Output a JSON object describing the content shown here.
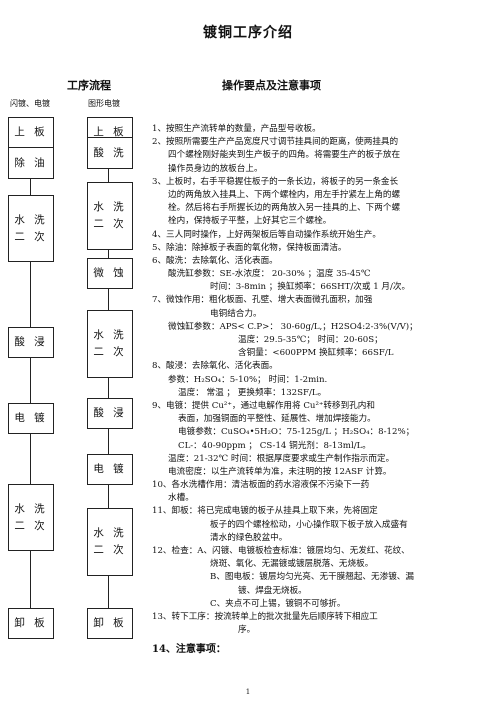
{
  "doc": {
    "title": "镀铜工序介绍",
    "flow_heading": "工序流程",
    "col_left_label": "闪镀、电镀",
    "col_right_label": "图形电镀",
    "notes_heading": "操作要点及注意事项",
    "page_number": "1"
  },
  "flow_left": [
    {
      "label": "上  板"
    },
    {
      "label": "除  油"
    },
    {
      "label": "水  洗\n二  次"
    },
    {
      "label": "酸 浸"
    },
    {
      "label": "电 镀"
    },
    {
      "label": "水  洗\n二  次"
    },
    {
      "label": "卸 板"
    }
  ],
  "flow_right": [
    {
      "label": "上  板"
    },
    {
      "label": "酸 洗"
    },
    {
      "label": "水  洗\n二  次"
    },
    {
      "label": "微 蚀"
    },
    {
      "label": "水  洗\n二  次"
    },
    {
      "label": "酸 浸"
    },
    {
      "label": "电 镀"
    },
    {
      "label": "水  洗\n二  次"
    },
    {
      "label": "卸 板"
    }
  ],
  "lines": [
    {
      "text": "1、按照生产流转单的数量，产品型号收板。",
      "indent": 0
    },
    {
      "text": "2、按照所需要生产产品宽度尺寸调节挂具间的距离，使两挂具的",
      "indent": 0
    },
    {
      "text": "四个螺栓刚好能夹到生产板子的四角。将需要生产的板子放在",
      "indent": 1
    },
    {
      "text": "操作员身边的放板台上。",
      "indent": 1
    },
    {
      "text": "3、上板时，右手平稳握住板子的一条长边，将板子的另一条金长",
      "indent": 0
    },
    {
      "text": "边的两角放入挂具上、下两个螺栓内，用左手拧紧左上角的螺",
      "indent": 1
    },
    {
      "text": "栓。然后将右手所握长边的两角放入另一挂具的上、下两个螺",
      "indent": 1
    },
    {
      "text": "栓内，保持板子平整，上好其它三个螺栓。",
      "indent": 1
    },
    {
      "text": "4、三人同时操作，上好两架板后等自动操作系统开始生产。",
      "indent": 0
    },
    {
      "text": "5、除油：除掉板子表面的氧化物，保持板面清洁。",
      "indent": 0
    },
    {
      "text": "6、酸洗：去除氧化、活化表面。",
      "indent": 0
    },
    {
      "text": "酸洗缸参数：SE-水浓度：  20-30%  ；温度  35-45℃",
      "indent": 1
    },
    {
      "text": "时间：3-8min  ；换缸频率：66SHT/次或 1 月/次。",
      "indent": 3
    },
    {
      "text": "7、微蚀作用：粗化板面、孔壁、增大表面微孔面积，加强",
      "indent": 0
    },
    {
      "text": "电铜结合力。",
      "indent": 3
    },
    {
      "text": "微蚀缸参数：APS< C.P>：  30-60g/L,；H2SO4:2-3%(V/V)；",
      "indent": 1
    },
    {
      "text": "温度：29.5-35℃；   时间：20-60S；",
      "indent": 4
    },
    {
      "text": "含铜量：<600PPM   换缸频率：66SF/L",
      "indent": 4
    },
    {
      "text": "8、酸浸：去除氧化、活化表面。",
      "indent": 0
    },
    {
      "text": "参数：H₂SO₄：5-10%；      时间：1-2min.",
      "indent": 1
    },
    {
      "text": "温度：    常温  ；       更换频率：132SF/L。",
      "indent": 2
    },
    {
      "text": "9、电镀：提供 Cu²⁺，通过电解作用将 Cu²⁺转移到孔内和",
      "indent": 0
    },
    {
      "text": "表面，加强铜面的平整性、延展性、增加焊接能力。",
      "indent": 2
    },
    {
      "text": "电镀参数：CuSO₄•5H₂O：75-125g/L  ；H₂SO₄：8-12%；",
      "indent": 2
    },
    {
      "text": "CL-：40-90ppm  ；   CS-14 铜光剂：8-13ml/L。",
      "indent": 2
    },
    {
      "text": "温度：21-32℃  时间：根据厚度要求或生产制作指示而定。",
      "indent": 1
    },
    {
      "text": "电流密度：以生产流转单为准，未注明的按 12ASF 计算。",
      "indent": 1
    },
    {
      "text": "10、各水洗槽作用：清洁板面的药水溶液保不污染下一药",
      "indent": 0
    },
    {
      "text": "水槽。",
      "indent": 1
    },
    {
      "text": "11、卸板：将已完成电镀的板子从挂具上取下来，先将固定",
      "indent": 0
    },
    {
      "text": "板子的四个螺栓松动，小心操作取下板子放入成盛有",
      "indent": 3
    },
    {
      "text": "清水的绿色胶盆中。",
      "indent": 3
    },
    {
      "text": "12、检查：A、闪镀、电镀板检查标准：镀层均匀、无发红、花纹、",
      "indent": 0
    },
    {
      "text": "烧斑、氧化、无漏镀或镀层脱落、无烧板。",
      "indent": 3
    },
    {
      "text": "B、图电板：镀层均匀光亮、无干膜翘起、无渗镀、漏",
      "indent": 3
    },
    {
      "text": "镀、焊盘无烧板。",
      "indent": 4
    },
    {
      "text": "C、夹点不可上锡，镀铜不可够折。",
      "indent": 3
    },
    {
      "text": "13、转下工序：按流转单上的批次批量先后顺序转下相应工",
      "indent": 0
    },
    {
      "text": "序。",
      "indent": 4
    }
  ],
  "last_line": "14、注意事项："
}
